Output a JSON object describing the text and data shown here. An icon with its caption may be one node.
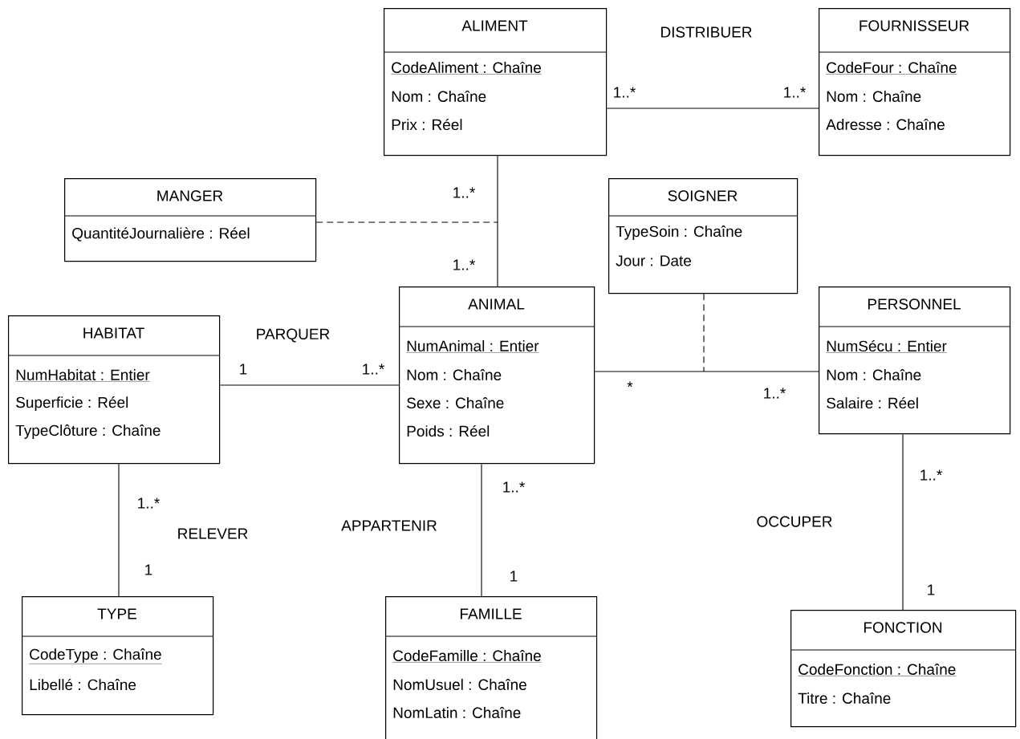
{
  "diagram": {
    "nodes": [
      {
        "text": [
          "ALIMENT",
          "CodeAliment : Chaîne",
          "Nom : Chaîne",
          "Prix : Réel"
        ]
      },
      {
        "text": [
          "FOURNISSEUR",
          "CodeFour : Chaîne",
          "Nom : Chaîne",
          "Adresse : Chaîne"
        ]
      },
      {
        "text": [
          "MANGER",
          "QuantitéJournalière : Réel"
        ]
      },
      {
        "text": [
          "SOIGNER",
          "TypeSoin : Chaîne",
          "Jour : Date"
        ]
      },
      {
        "text": [
          "ANIMAL",
          "NumAnimal : Entier",
          "Nom : Chaîne",
          "Sexe : Chaîne",
          "Poids : Réel"
        ]
      },
      {
        "text": [
          "HABITAT",
          "NumHabitat : Entier",
          "Superficie : Réel",
          "TypeClôture : Chaîne"
        ]
      },
      {
        "text": [
          "PERSONNEL",
          "NumSécu : Entier",
          "Nom : Chaîne",
          "Salaire : Réel"
        ]
      },
      {
        "text": [
          "TYPE",
          "CodeType : Chaîne",
          "Libellé : Chaîne"
        ]
      },
      {
        "text": [
          "FAMILLE",
          "CodeFamille : Chaîne",
          "NomUsuel : Chaîne",
          "NomLatin : Chaîne"
        ]
      },
      {
        "text": [
          "FONCTION",
          "CodeFonction : Chaîne",
          "Titre : Chaîne"
        ]
      }
    ],
    "edges": [
      {
        "from": 0,
        "to": 1,
        "arrow": "none",
        "label": "DISTRIBUER"
      },
      {
        "from": 0,
        "to": 4,
        "arrow": "none"
      },
      {
        "from": 2,
        "to": null,
        "arrow": "none",
        "style": "dashed"
      },
      {
        "from": 5,
        "to": 4,
        "arrow": "none",
        "label": "PARQUER"
      },
      {
        "from": 4,
        "to": 6,
        "arrow": "none"
      },
      {
        "from": 3,
        "to": null,
        "arrow": "none",
        "style": "dashed"
      },
      {
        "from": 5,
        "to": 7,
        "arrow": "none",
        "label": "RELEVER"
      },
      {
        "from": 4,
        "to": 8,
        "arrow": "none",
        "label": "APPARTENIR"
      },
      {
        "from": 6,
        "to": 9,
        "arrow": "none",
        "label": "OCCUPER"
      }
    ],
    "labels": [
      "1..*",
      "1..*",
      "1..*",
      "1..*",
      "1",
      "1..*",
      "*",
      "1..*",
      "1..*",
      "1..*",
      "1..*",
      "1",
      "1",
      "1"
    ]
  }
}
